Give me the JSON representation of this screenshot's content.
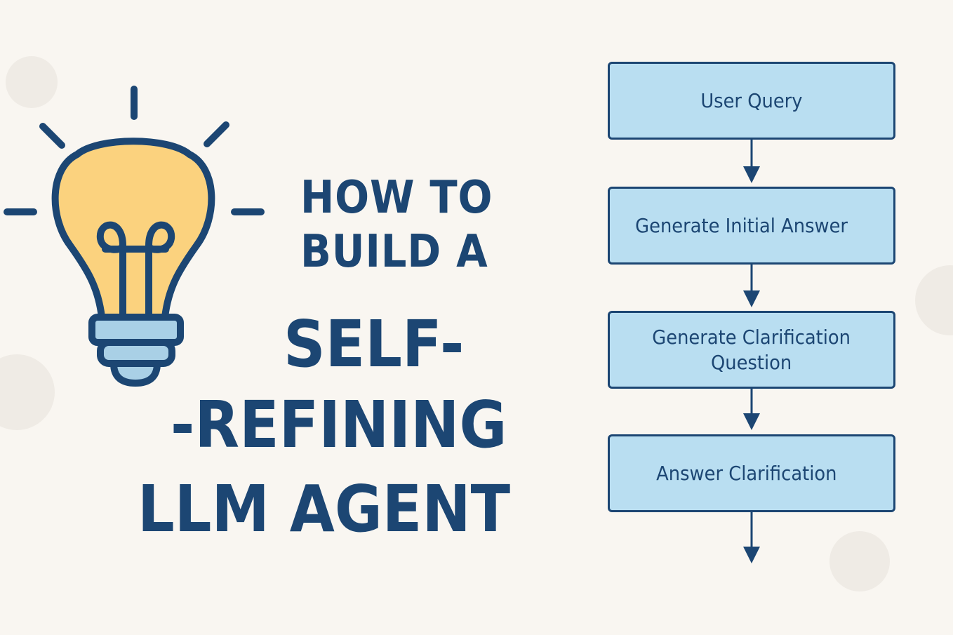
{
  "title": {
    "line1": "HOW TO",
    "line2": "BUILD A",
    "line3": "SELF-",
    "line4": "-REFINING",
    "line5": "LLM AGENT"
  },
  "flowchart": {
    "steps": [
      {
        "label": "User Query"
      },
      {
        "label": "Generate Initial Answer"
      },
      {
        "label": "Generate Clarification\nQuestion"
      },
      {
        "label": "Answer Clarification"
      }
    ]
  },
  "colors": {
    "background": "#f9f6f1",
    "navy": "#1c4673",
    "box_fill": "#b9def1",
    "bulb_fill": "#fbd27e",
    "bulb_base": "#a9d0e6"
  },
  "icons": {
    "bulb": "light-bulb-icon"
  }
}
